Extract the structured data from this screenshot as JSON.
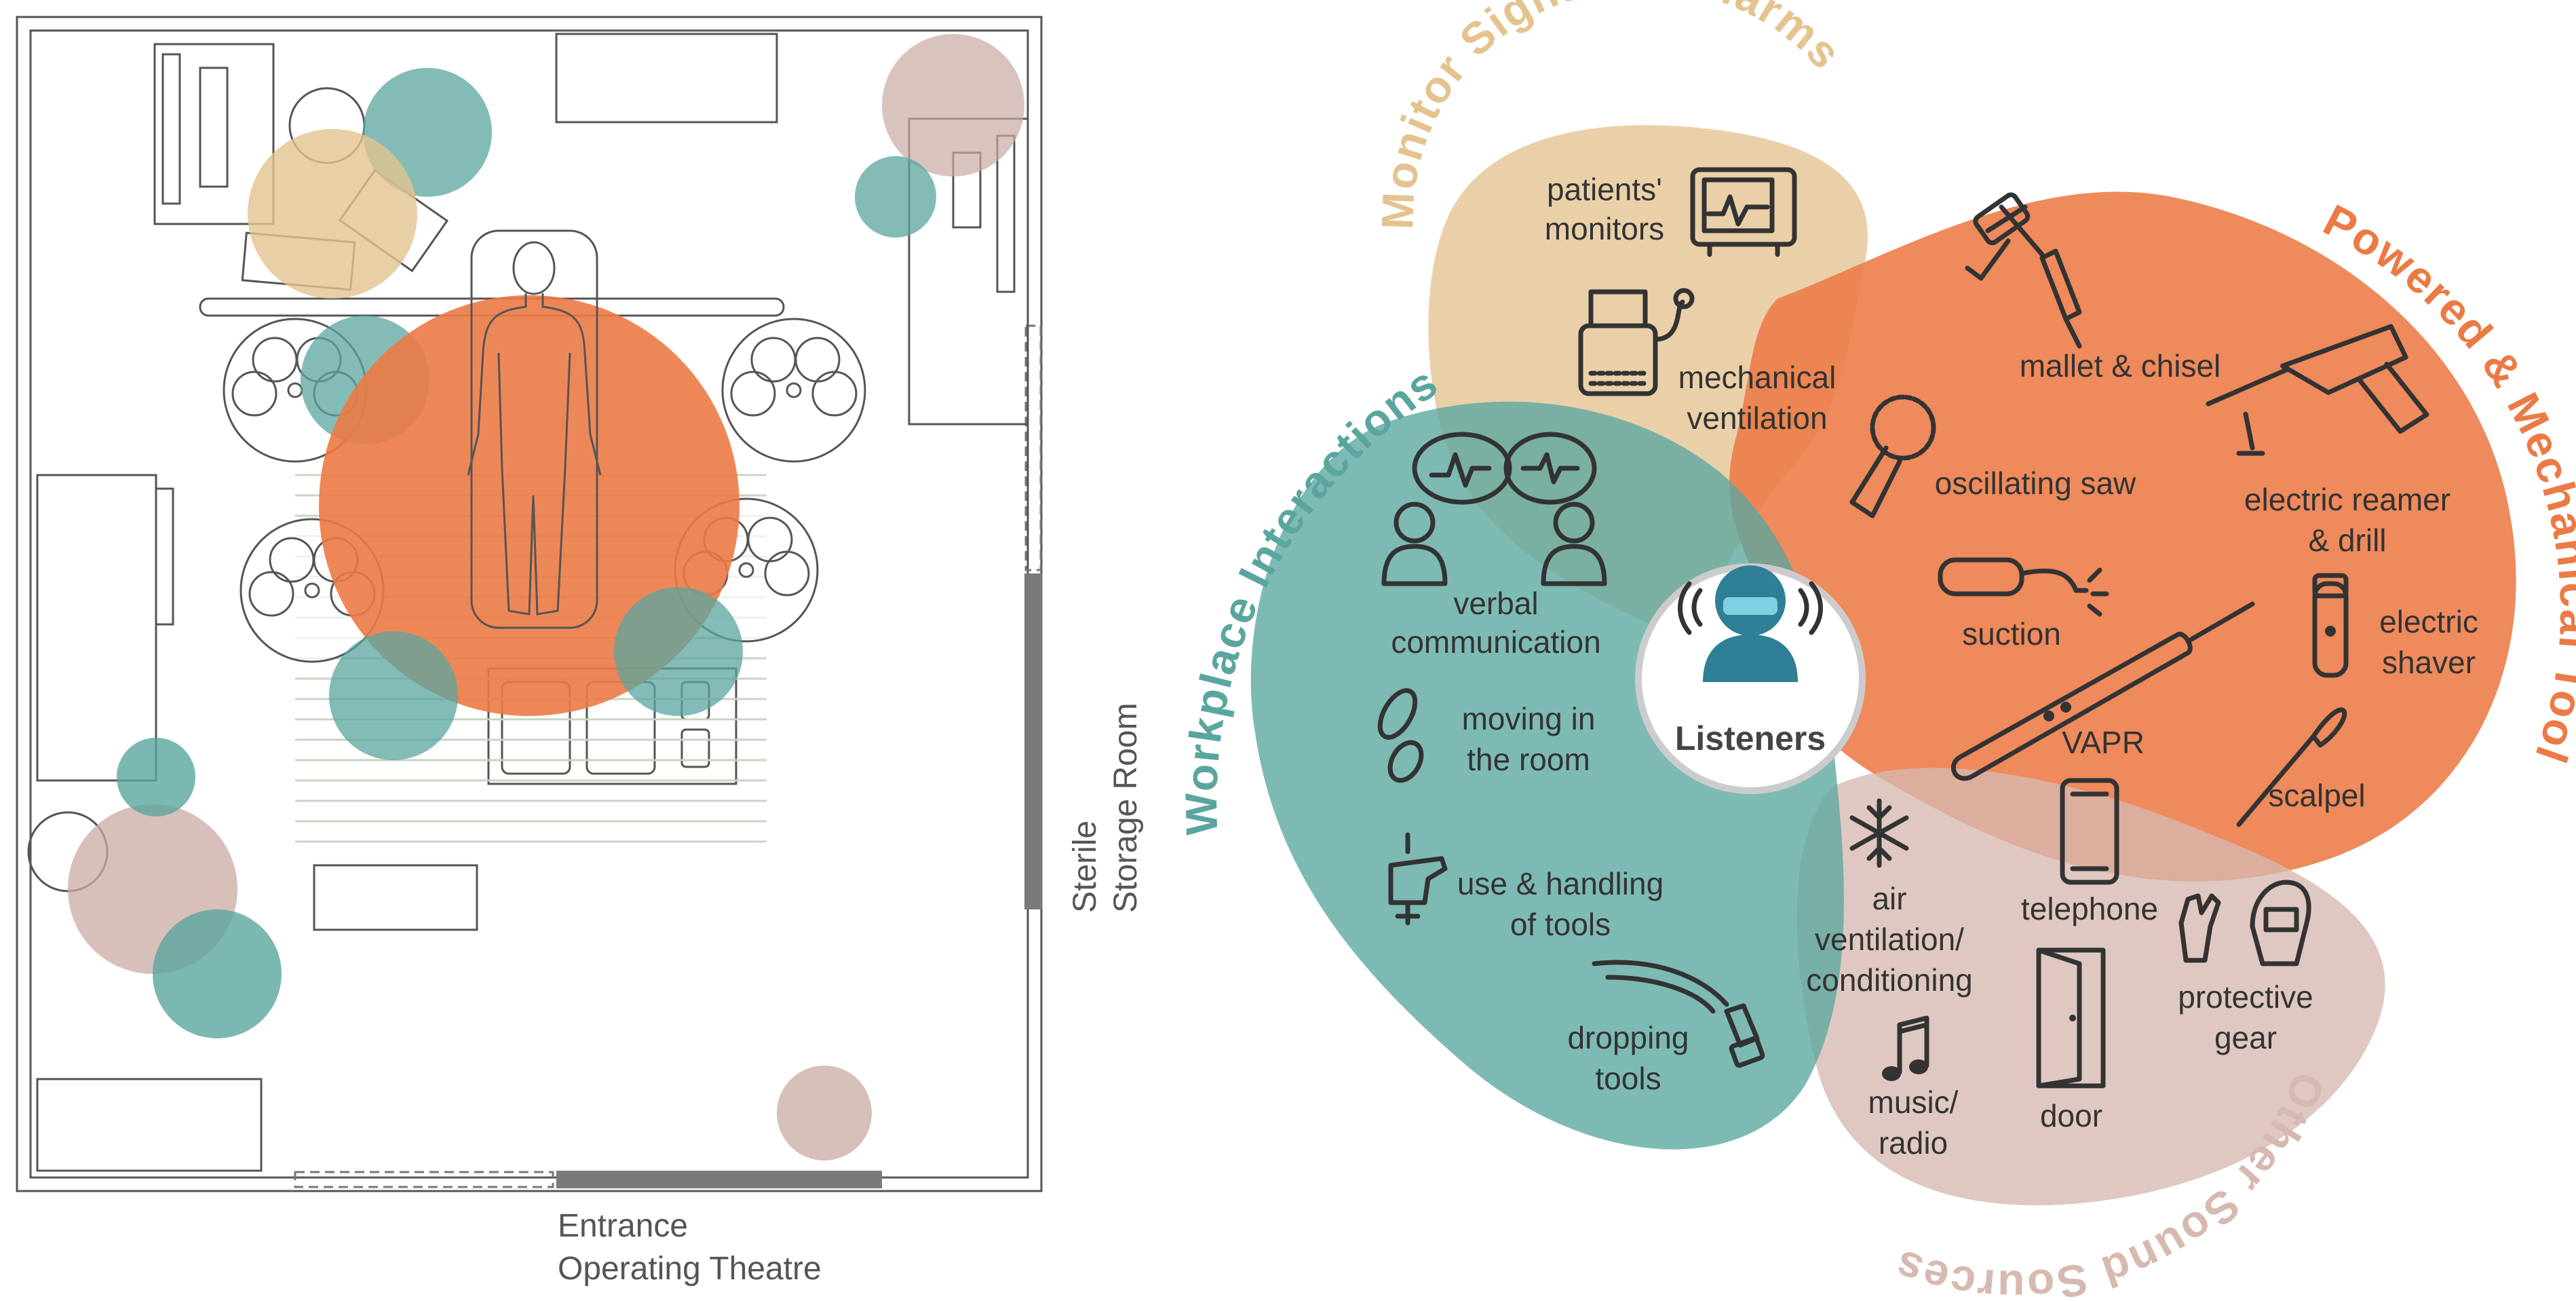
{
  "floorplan": {
    "door_side_label_line1": "Sterile",
    "door_side_label_line2": "Storage Room",
    "entrance_label_line1": "Entrance",
    "entrance_label_line2": "Operating Theatre"
  },
  "center": {
    "label": "Listeners"
  },
  "categories": {
    "monitor": {
      "title": "Monitor Signals & Alarms",
      "color": "#e4c38f"
    },
    "powered": {
      "title": "Powered & Mechanical Tools",
      "color": "#ec7a45"
    },
    "workplace": {
      "title": "Workplace Interactions",
      "color": "#5aa69f"
    },
    "other": {
      "title": "Other Sound Sources",
      "color": "#d6b9b0"
    }
  },
  "items": {
    "patients_monitors": {
      "line1": "patients'",
      "line2": "monitors"
    },
    "mechanical_ventilation": {
      "line1": "mechanical",
      "line2": "ventilation"
    },
    "mallet_chisel": {
      "line1": "mallet & chisel"
    },
    "oscillating_saw": {
      "line1": "oscillating saw"
    },
    "electric_reamer": {
      "line1": "electric reamer",
      "line2": "& drill"
    },
    "suction": {
      "line1": "suction"
    },
    "electric_shaver": {
      "line1": "electric",
      "line2": "shaver"
    },
    "vapr": {
      "line1": "VAPR"
    },
    "scalpel": {
      "line1": "scalpel"
    },
    "verbal_communication": {
      "line1": "verbal",
      "line2": "communication"
    },
    "moving_room": {
      "line1": "moving in",
      "line2": "the room"
    },
    "use_handling": {
      "line1": "use & handling",
      "line2": "of tools"
    },
    "dropping_tools": {
      "line1": "dropping",
      "line2": "tools"
    },
    "air_ventilation": {
      "line1": "air",
      "line2": "ventilation/",
      "line3": "conditioning"
    },
    "telephone": {
      "line1": "telephone"
    },
    "protective_gear": {
      "line1": "protective",
      "line2": "gear"
    },
    "music_radio": {
      "line1": "music/",
      "line2": "radio"
    },
    "door": {
      "line1": "door"
    }
  }
}
